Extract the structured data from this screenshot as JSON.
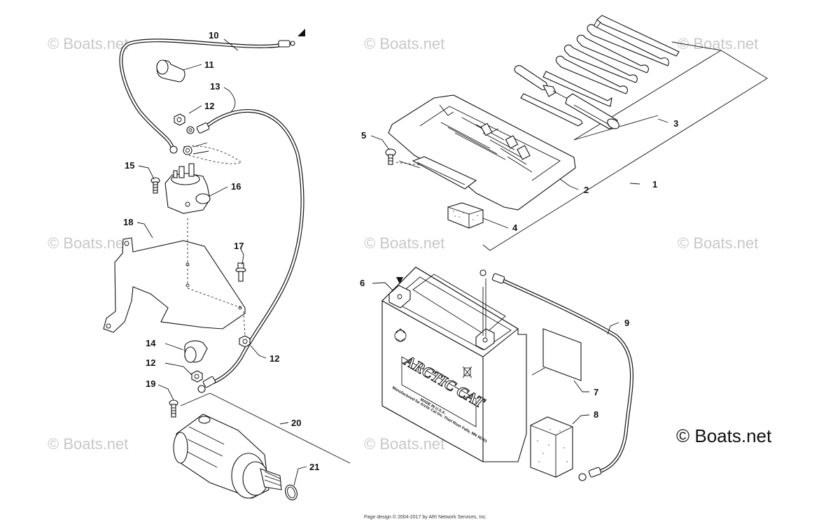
{
  "watermark": "© Boats.net",
  "brand": "© Boats.net",
  "footer": "Page design © 2004-2017 by ARI Network Services, Inc.",
  "battery_label": {
    "logo": "ARCTIC CAT",
    "text_1": "Manufactured for Arctic Cat Inc. Thief River Falls, MN 56701",
    "text_2": "MADE IN U.S.A."
  },
  "callouts": {
    "c1": "1",
    "c2": "2",
    "c3": "3",
    "c4": "4",
    "c5": "5",
    "c6": "6",
    "c7": "7",
    "c8": "8",
    "c9": "9",
    "c10": "10",
    "c11": "11",
    "c12a": "12",
    "c12b": "12",
    "c12c": "12",
    "c13": "13",
    "c14": "14",
    "c15": "15",
    "c16": "16",
    "c17": "17",
    "c18": "18",
    "c19": "19",
    "c20": "20",
    "c21": "21"
  }
}
